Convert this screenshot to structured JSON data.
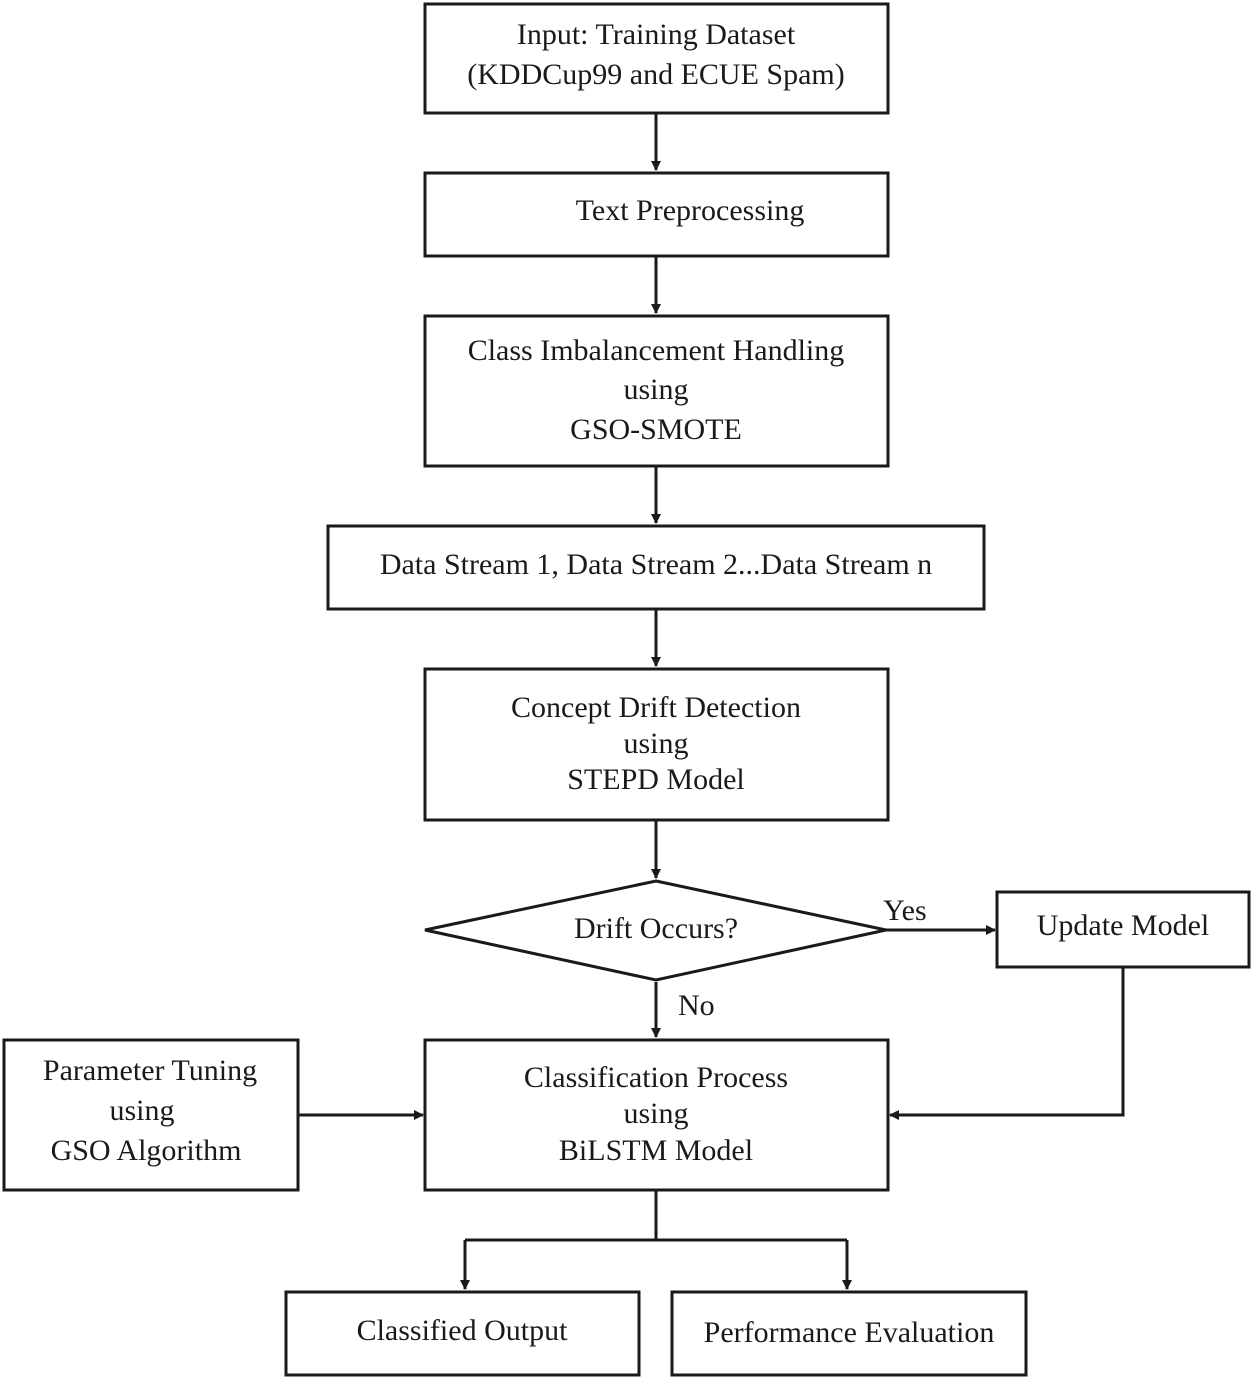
{
  "nodes": {
    "input": {
      "lines": [
        "Input: Training Dataset",
        "(KDDCup99 and ECUE Spam)"
      ]
    },
    "preprocess": {
      "lines": [
        "Text Preprocessing"
      ]
    },
    "imbalance": {
      "lines": [
        "Class Imbalancement Handling",
        "using",
        "GSO-SMOTE"
      ]
    },
    "streams": {
      "lines": [
        "Data Stream 1, Data Stream 2...Data Stream n"
      ]
    },
    "drift_detect": {
      "lines": [
        "Concept Drift Detection",
        "using",
        "STEPD Model"
      ]
    },
    "decision": {
      "lines": [
        "Drift Occurs?"
      ]
    },
    "update": {
      "lines": [
        "Update Model"
      ]
    },
    "tuning": {
      "lines": [
        "Parameter Tuning",
        "using",
        "GSO Algorithm"
      ]
    },
    "classify": {
      "lines": [
        "Classification Process",
        "using",
        "BiLSTM Model"
      ]
    },
    "output": {
      "lines": [
        "Classified Output"
      ]
    },
    "evaluation": {
      "lines": [
        "Performance Evaluation"
      ]
    }
  },
  "edges": {
    "yes_label": "Yes",
    "no_label": "No"
  }
}
